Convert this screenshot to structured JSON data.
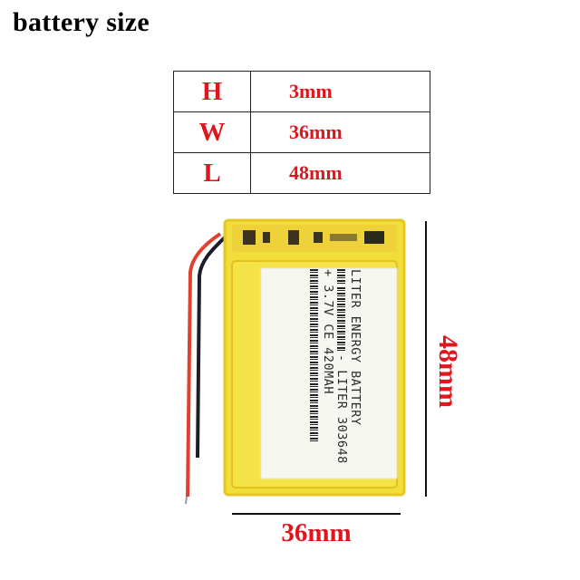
{
  "heading": "battery size",
  "dimensions_table": [
    {
      "key": "H",
      "value": "3mm"
    },
    {
      "key": "W",
      "value": "36mm"
    },
    {
      "key": "L",
      "value": "48mm"
    }
  ],
  "label": {
    "line1": "LITER ENERGY BATTERY",
    "line2": "- LITER 303648",
    "line3": "+ 3.7V CE 420MAH"
  },
  "dimension_marks": {
    "vertical": "48mm",
    "horizontal": "36mm"
  },
  "colors": {
    "accent": "#e0161d",
    "battery_body": "#f2de3a",
    "battery_edge": "#e6c620",
    "label_bg": "#f7f7f2",
    "wire_red": "#e2402e",
    "wire_black": "#1c1c2a"
  }
}
